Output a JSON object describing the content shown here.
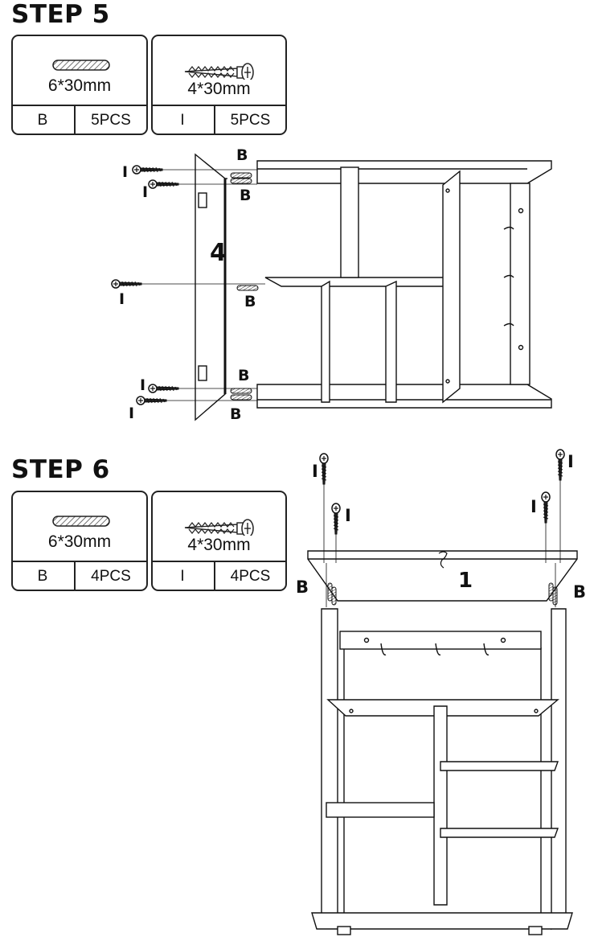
{
  "steps": [
    {
      "title": "STEP 5",
      "hardware": [
        {
          "icon": "dowel-icon",
          "size": "6*30mm",
          "code": "B",
          "qty": "5PCS"
        },
        {
          "icon": "screw-icon",
          "size": "4*30mm",
          "code": "I",
          "qty": "5PCS"
        }
      ],
      "panel_number": "4",
      "callouts": [
        "B",
        "B",
        "B",
        "B",
        "B",
        "I",
        "I",
        "I",
        "I",
        "I"
      ]
    },
    {
      "title": "STEP 6",
      "hardware": [
        {
          "icon": "dowel-icon",
          "size": "6*30mm",
          "code": "B",
          "qty": "4PCS"
        },
        {
          "icon": "screw-icon",
          "size": "4*30mm",
          "code": "I",
          "qty": "4PCS"
        }
      ],
      "panel_number": "1",
      "callouts": [
        "B",
        "B",
        "I",
        "I",
        "I",
        "I"
      ]
    }
  ]
}
